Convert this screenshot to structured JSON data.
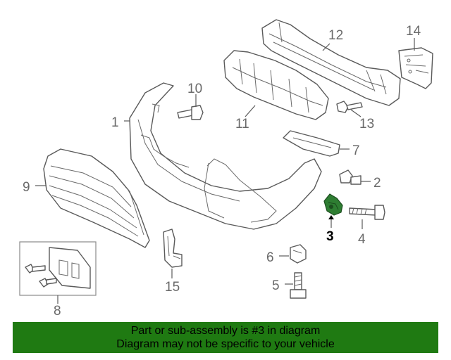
{
  "callouts": {
    "c1": "1",
    "c2": "2",
    "c3": "3",
    "c4": "4",
    "c5": "5",
    "c6": "6",
    "c7": "7",
    "c8": "8",
    "c9": "9",
    "c10": "10",
    "c11": "11",
    "c12": "12",
    "c13": "13",
    "c14": "14",
    "c15": "15"
  },
  "highlight_part": "3",
  "highlight_color": "#2e7d32",
  "banner": {
    "line1": "Part or sub-assembly is #3 in diagram",
    "line2": "Diagram may not be specific to your vehicle",
    "background": "#1f7a12"
  }
}
